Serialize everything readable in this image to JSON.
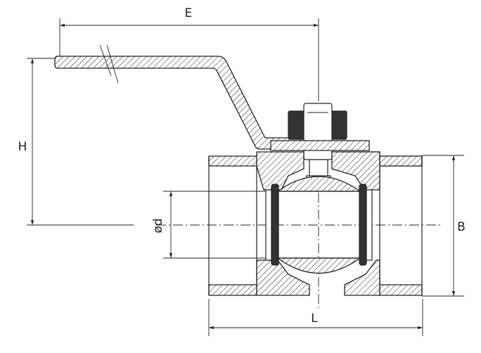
{
  "dimensions": {
    "E": "E",
    "H": "H",
    "d": "ød",
    "B": "B",
    "L": "L"
  },
  "colors": {
    "line": "#222222",
    "background": "#ffffff"
  }
}
